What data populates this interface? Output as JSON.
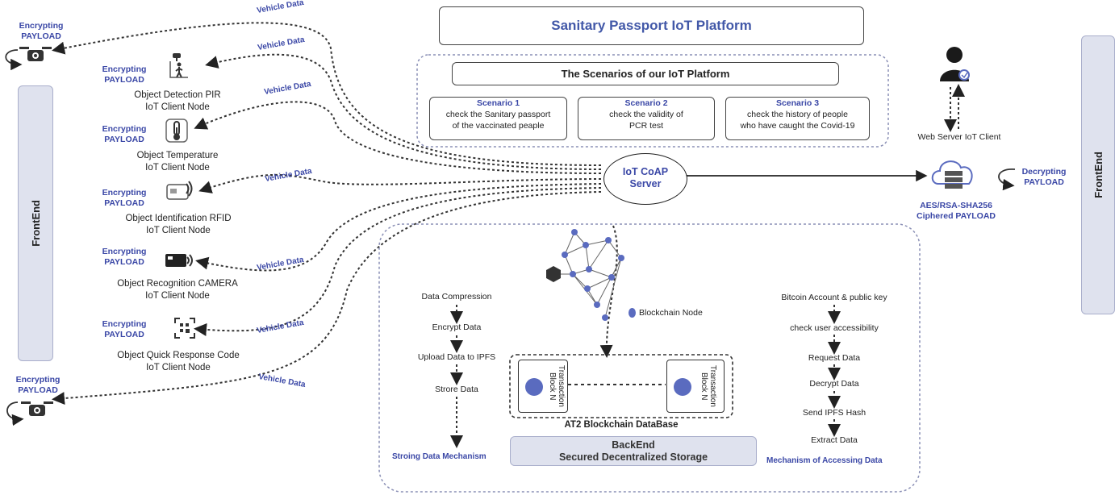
{
  "platform_title": "Sanitary Passport IoT Platform",
  "scenarios_title": "The Scenarios of our IoT Platform",
  "scenarios": [
    {
      "title": "Scenario 1",
      "line1": "check the  Sanitary passport",
      "line2": "of the vaccinated peaple"
    },
    {
      "title": "Scenario 2",
      "line1": "check the validity of",
      "line2": "PCR test"
    },
    {
      "title": "Scenario 3",
      "line1": "check the history of people",
      "line2": "who have caught the Covid-19"
    }
  ],
  "frontend_left": "FrontEnd",
  "frontend_right": "FrontEnd",
  "encrypting": "Encrypting",
  "payload": "PAYLOAD",
  "vehicle_data": "Vehicle Data",
  "nodes": [
    {
      "icon": "pir-sensor-icon",
      "line1": "Object Detection PIR",
      "line2": "IoT Client Node"
    },
    {
      "icon": "thermometer-icon",
      "line1": "Object Temperature",
      "line2": "IoT Client Node"
    },
    {
      "icon": "rfid-icon",
      "line1": "Object  Identification RFID",
      "line2": "IoT Client Node"
    },
    {
      "icon": "camera-icon",
      "line1": "Object   Recognition CAMERA",
      "line2": "IoT Client Node"
    },
    {
      "icon": "qr-code-icon",
      "line1": "Object Quick Response Code",
      "line2": "IoT Client Node"
    }
  ],
  "server": {
    "line1": "IoT CoAP",
    "line2": "Server"
  },
  "web_client": "Web Server IoT Client",
  "decrypting": "Decrypting",
  "cipher": {
    "line1": "AES/RSA-SHA256",
    "line2": "Ciphered PAYLOAD"
  },
  "blockchain_node": "Blockchain Node",
  "block_label": {
    "line1": "Transaction",
    "line2": "Block N"
  },
  "blockchain_db": "AT2 Blockchain DataBase",
  "backend": {
    "line1": "BackEnd",
    "line2": "Secured Decentralized Storage"
  },
  "storing_steps": [
    "Data Compression",
    "Encrypt Data",
    "Upload Data to IPFS",
    "Strore Data"
  ],
  "storing_mechanism": "Stroing Data Mechanism",
  "access_steps": [
    "Bitcoin Account & public key",
    "check user accessibility",
    "Request Data",
    "Decrypt Data",
    "Send IPFS Hash",
    "Extract Data"
  ],
  "access_mechanism": "Mechanism of Accessing Data",
  "colors": {
    "accent": "#3a47a6",
    "panel": "#dfe2ee",
    "node": "#5a6bbf"
  }
}
